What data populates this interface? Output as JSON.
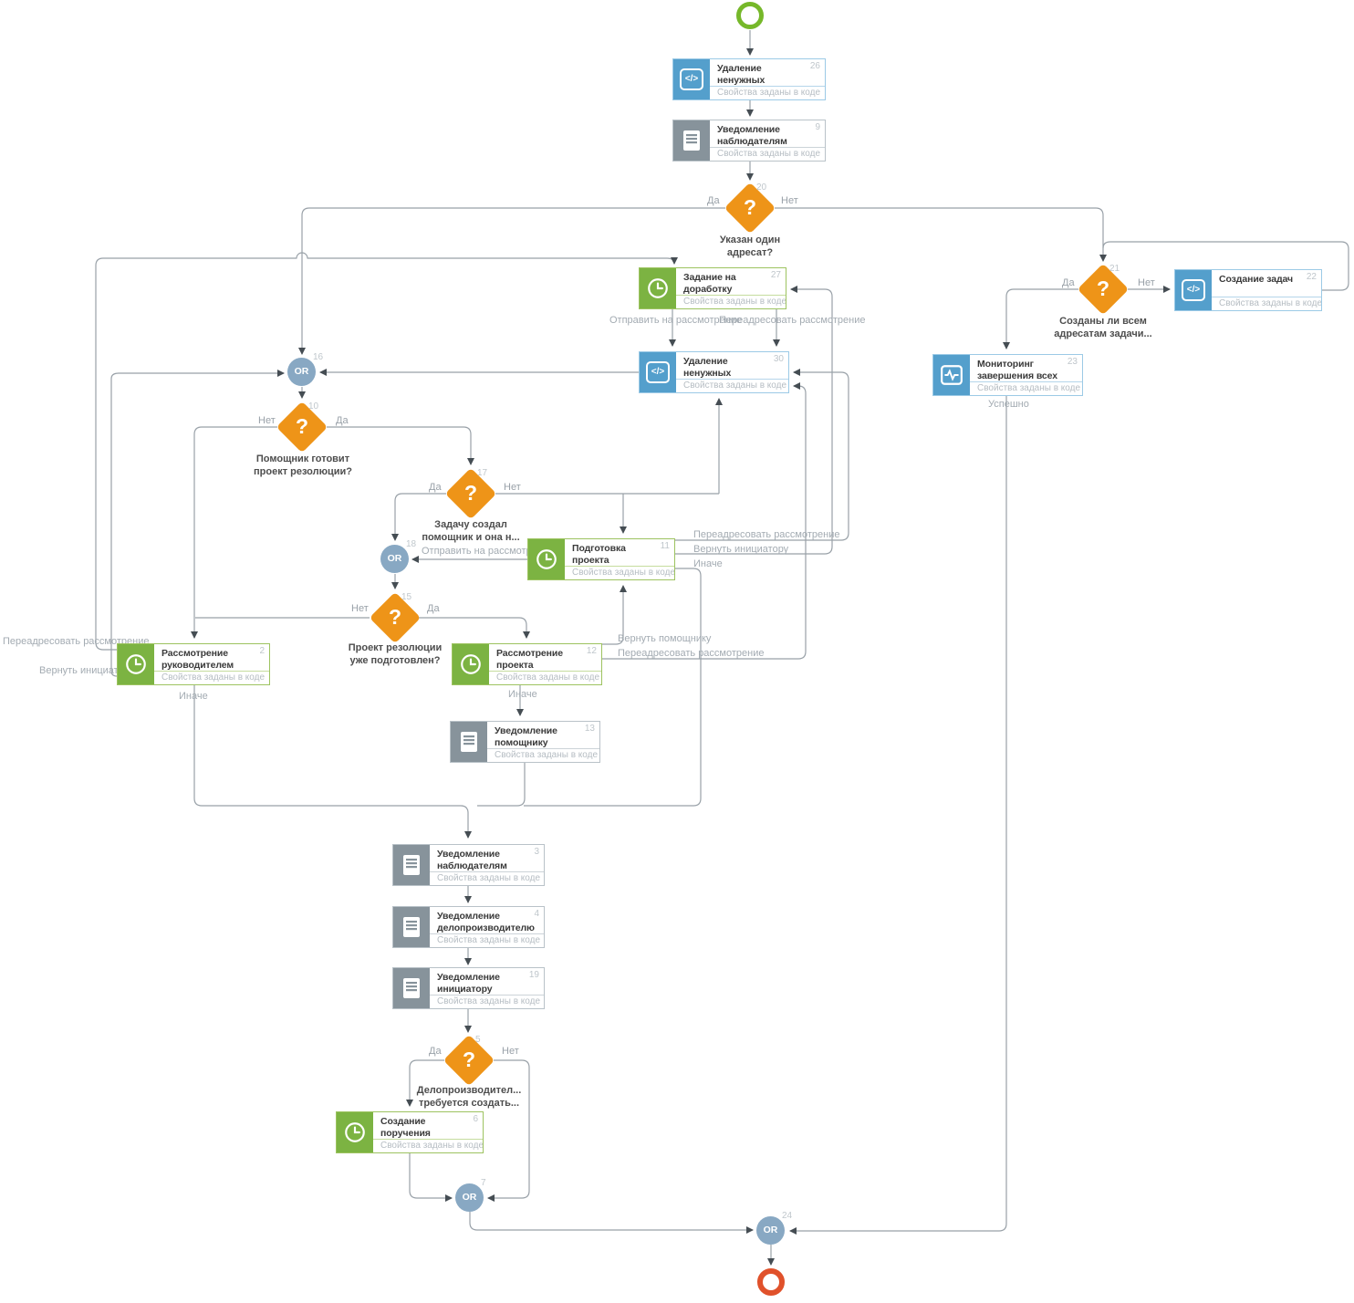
{
  "colors": {
    "task_green": "#7cb342",
    "script_blue": "#549fcc",
    "notice_gray": "#87939b",
    "decision_orange": "#ee9418",
    "gateway_blue": "#88a8c3",
    "start_green": "#76b82a",
    "end_red": "#e0512b",
    "wire_gray": "#99a1a8"
  },
  "icons": {
    "code_glyph": "</>",
    "question_glyph": "?"
  },
  "nodes": {
    "n26": {
      "num": "26",
      "title": "Удаление ненужных проектов резолюции",
      "sub": "Свойства заданы в коде"
    },
    "n9": {
      "num": "9",
      "title": "Уведомление наблюдателям перед рассмотрением",
      "sub": "Свойства заданы в коде"
    },
    "n27": {
      "num": "27",
      "title": "Задание на доработку рассмотрения",
      "sub": "Свойства заданы в коде"
    },
    "n30": {
      "num": "30",
      "title": "Удаление ненужных проектов резолюции",
      "sub": "Свойства заданы в коде"
    },
    "n22": {
      "num": "22",
      "title": "Создание задач",
      "sub": "Свойства заданы в коде"
    },
    "n23": {
      "num": "23",
      "title": "Мониторинг завершения всех подзадач",
      "sub": "Свойства заданы в коде"
    },
    "n11": {
      "num": "11",
      "title": "Подготовка проекта резолюции",
      "sub": "Свойства заданы в коде"
    },
    "n2": {
      "num": "2",
      "title": "Рассмотрение руководителем",
      "sub": "Свойства заданы в коде"
    },
    "n12": {
      "num": "12",
      "title": "Рассмотрение проекта резолюции руководителем",
      "sub": "Свойства заданы в коде"
    },
    "n13": {
      "num": "13",
      "title": "Уведомление помощнику руководителя",
      "sub": "Свойства заданы в коде"
    },
    "n3": {
      "num": "3",
      "title": "Уведомление наблюдателям",
      "sub": "Свойства заданы в коде"
    },
    "n4": {
      "num": "4",
      "title": "Уведомление делопроизводителю",
      "sub": "Свойства заданы в коде"
    },
    "n19": {
      "num": "19",
      "title": "Уведомление инициатору",
      "sub": "Свойства заданы в коде"
    },
    "n6": {
      "num": "6",
      "title": "Создание поручения делопроизводителем",
      "sub": "Свойства заданы в коде"
    }
  },
  "decisions": {
    "d20": {
      "num": "20",
      "label": "Указан один адресат?",
      "yes": "Да",
      "no": "Нет"
    },
    "d21": {
      "num": "21",
      "label": "Созданы ли всем адресатам задачи...",
      "yes": "Да",
      "no": "Нет"
    },
    "d10": {
      "num": "10",
      "label": "Помощник готовит проект резолюции?",
      "yes": "Да",
      "no": "Нет"
    },
    "d17": {
      "num": "17",
      "label": "Задачу создал помощник и она н...",
      "yes": "Да",
      "no": "Нет"
    },
    "d15": {
      "num": "15",
      "label": "Проект резолюции уже подготовлен?",
      "yes": "Да",
      "no": "Нет"
    },
    "d5": {
      "num": "5",
      "label": "Делопроизводител... требуется создать...",
      "yes": "Да",
      "no": "Нет"
    }
  },
  "gateways": {
    "g16": {
      "num": "16",
      "label": "OR"
    },
    "g18": {
      "num": "18",
      "label": "OR"
    },
    "g7": {
      "num": "7",
      "label": "OR"
    },
    "g24": {
      "num": "24",
      "label": "OR"
    }
  },
  "edge_labels": {
    "redirect_review_2": "Переадресовать рассмотрение",
    "return_initiator_2": "Вернуть инициатору",
    "otherwise_2": "Иначе",
    "send_review_27": "Отправить на рассмотрение",
    "redirect_review_27": "Переадресовать рассмотрение",
    "send_review_11": "Отправить на рассмотрение",
    "redirect_review_11": "Переадресовать рассмотрение",
    "return_initiator_11": "Вернуть инициатору",
    "otherwise_11": "Иначе",
    "return_assistant_12": "Вернуть помощнику",
    "redirect_review_12": "Переадресовать рассмотрение",
    "otherwise_12": "Иначе",
    "success_23": "Успешно"
  }
}
